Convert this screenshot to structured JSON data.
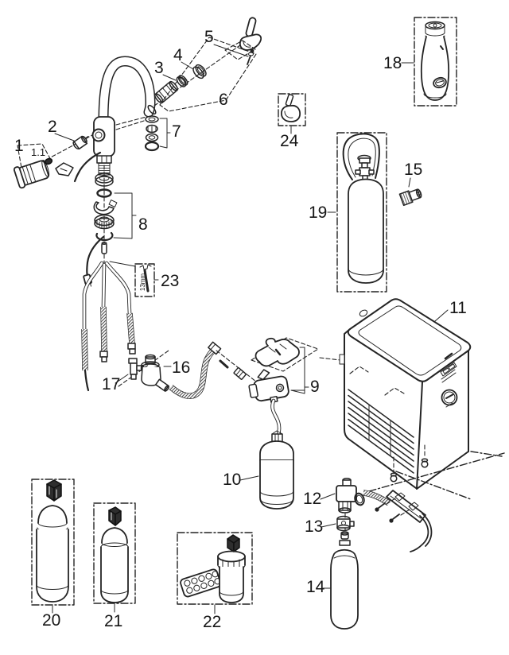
{
  "diagram": {
    "type": "exploded-parts-diagram",
    "background": "#ffffff",
    "line_color": "#242424",
    "labels": {
      "p1": "1",
      "p1_1": "1.1",
      "p2": "2",
      "p3": "3",
      "p4": "4",
      "p5": "5",
      "p6": "6",
      "p7": "7",
      "p8": "8",
      "p9": "9",
      "p10": "10",
      "p11": "11",
      "p12": "12",
      "p13": "13",
      "p14": "14",
      "p15": "15",
      "p16": "16",
      "p17": "17",
      "p18": "18",
      "p19": "19",
      "p20": "20",
      "p21": "21",
      "p22": "22",
      "p23": "23",
      "p24": "24"
    },
    "annotations": {
      "wrench_size": "13mm"
    }
  }
}
